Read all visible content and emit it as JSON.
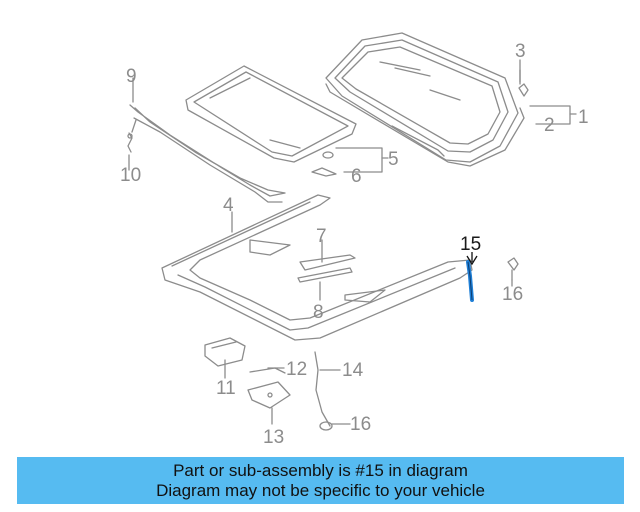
{
  "parts": [
    {
      "id": "label-1",
      "text": "1"
    },
    {
      "id": "label-2",
      "text": "2"
    },
    {
      "id": "label-3",
      "text": "3"
    },
    {
      "id": "label-4",
      "text": "4"
    },
    {
      "id": "label-5",
      "text": "5"
    },
    {
      "id": "label-6",
      "text": "6"
    },
    {
      "id": "label-7",
      "text": "7"
    },
    {
      "id": "label-8",
      "text": "8"
    },
    {
      "id": "label-9",
      "text": "9"
    },
    {
      "id": "label-10",
      "text": "10"
    },
    {
      "id": "label-11",
      "text": "11"
    },
    {
      "id": "label-12",
      "text": "12"
    },
    {
      "id": "label-13",
      "text": "13"
    },
    {
      "id": "label-14",
      "text": "14"
    },
    {
      "id": "label-15",
      "text": "15"
    },
    {
      "id": "label-16a",
      "text": "16"
    },
    {
      "id": "label-16b",
      "text": "16"
    }
  ],
  "highlight": {
    "part": "15",
    "color": "#1f7fd6"
  },
  "banner": {
    "line1": "Part or sub-assembly is #15 in diagram",
    "line2": "Diagram may not be specific to your vehicle",
    "background": "#56bbf1"
  }
}
